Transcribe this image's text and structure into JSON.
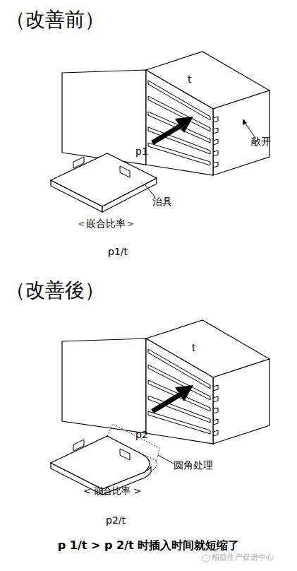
{
  "diagram": {
    "caption": "p 1/t > p 2/t 时插入时间就短缩了",
    "labels": [
      "（改善前）",
      "t",
      "敞开",
      "p1",
      "治具",
      "＜嵌合比率＞",
      "p1/t",
      "（改善後）",
      "t",
      "p2",
      "圆角处理",
      "< 嵌合比率 >",
      "p2/t",
      "精益生产促进中心"
    ]
  }
}
